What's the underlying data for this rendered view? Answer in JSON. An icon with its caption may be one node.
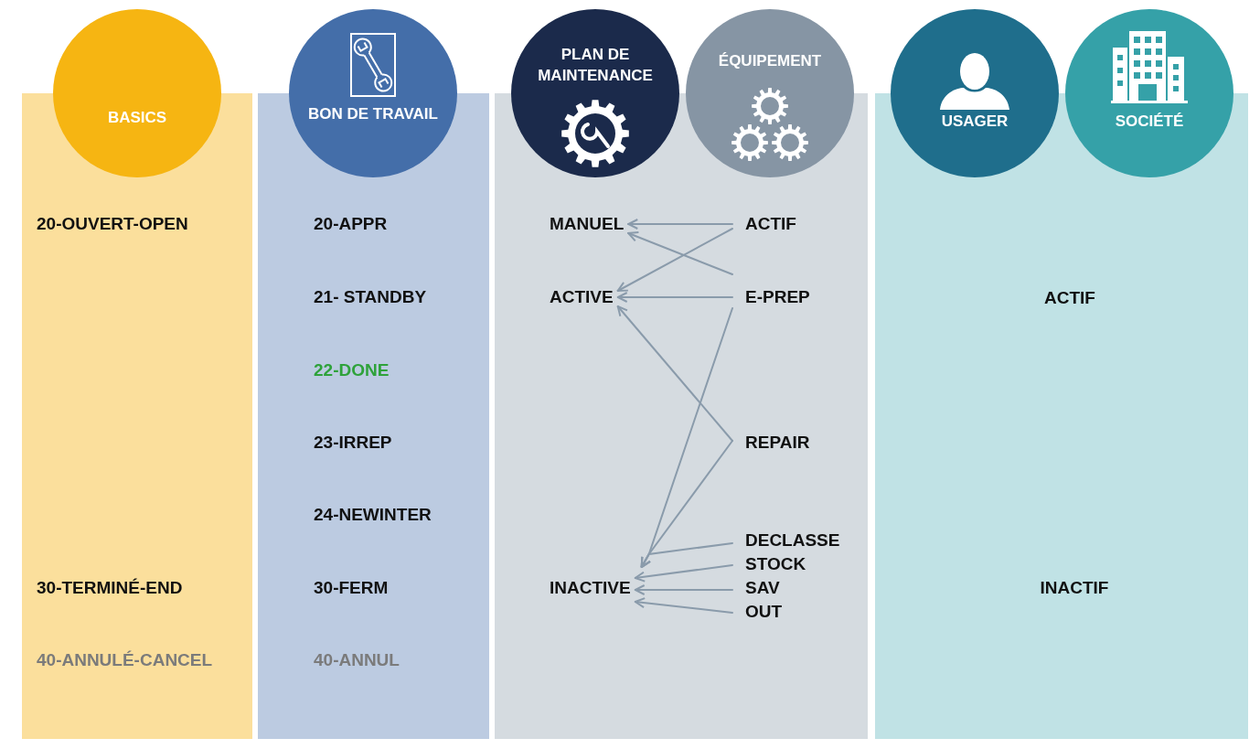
{
  "diagram": {
    "nodes": [
      {
        "text": [
          "BASICS"
        ]
      },
      {
        "text": [
          "BON DE TRAVAIL"
        ]
      },
      {
        "text": [
          "PLAN DE MAINTENANCE"
        ]
      },
      {
        "text": [
          "ÉQUIPEMENT"
        ]
      },
      {
        "text": [
          "USAGER"
        ]
      },
      {
        "text": [
          "SOCIÉTÉ"
        ]
      },
      {
        "text": [
          "20-OUVERT-OPEN",
          "30-TERMINÉ-END",
          "40-ANNULÉ-CANCEL"
        ]
      },
      {
        "text": [
          "20-APPR",
          "21- STANDBY",
          "22-DONE",
          "23-IRREP",
          "24-NEWINTER",
          "30-FERM",
          "40-ANNUL"
        ]
      },
      {
        "text": [],
        "shape": "box"
      },
      {
        "text": [
          "MANUEL"
        ],
        "in": 8
      },
      {
        "text": [
          "ACTIF"
        ],
        "in": 8
      },
      {
        "text": [
          "ACTIVE"
        ],
        "in": 8
      },
      {
        "text": [
          "E-PREP"
        ],
        "in": 8
      },
      {
        "text": [
          "REPAIR"
        ],
        "in": 8
      },
      {
        "text": [
          "DECLASSE"
        ],
        "in": 8
      },
      {
        "text": [
          "STOCK"
        ],
        "in": 8
      },
      {
        "text": [
          "INACTIVE"
        ],
        "in": 8
      },
      {
        "text": [
          "SAV"
        ],
        "in": 8
      },
      {
        "text": [
          "OUT"
        ],
        "in": 8
      },
      {
        "text": [
          "ACTIF",
          "INACTIF"
        ]
      }
    ],
    "edges": [
      {
        "from": 10,
        "to": 9,
        "arrow": "to"
      },
      {
        "from": 10,
        "to": 11,
        "arrow": "to"
      },
      {
        "from": 12,
        "to": 9,
        "arrow": "to"
      },
      {
        "from": 12,
        "to": 11,
        "arrow": "to"
      },
      {
        "from": 12,
        "to": 16,
        "arrow": "to"
      },
      {
        "from": 13,
        "to": 11,
        "arrow": "to"
      },
      {
        "from": 13,
        "to": 16,
        "arrow": "to"
      },
      {
        "from": 14,
        "to": 16,
        "arrow": "to"
      },
      {
        "from": 15,
        "to": 16,
        "arrow": "to"
      },
      {
        "from": 17,
        "to": 16,
        "arrow": "to"
      },
      {
        "from": 18,
        "to": 16,
        "arrow": "to"
      }
    ]
  }
}
